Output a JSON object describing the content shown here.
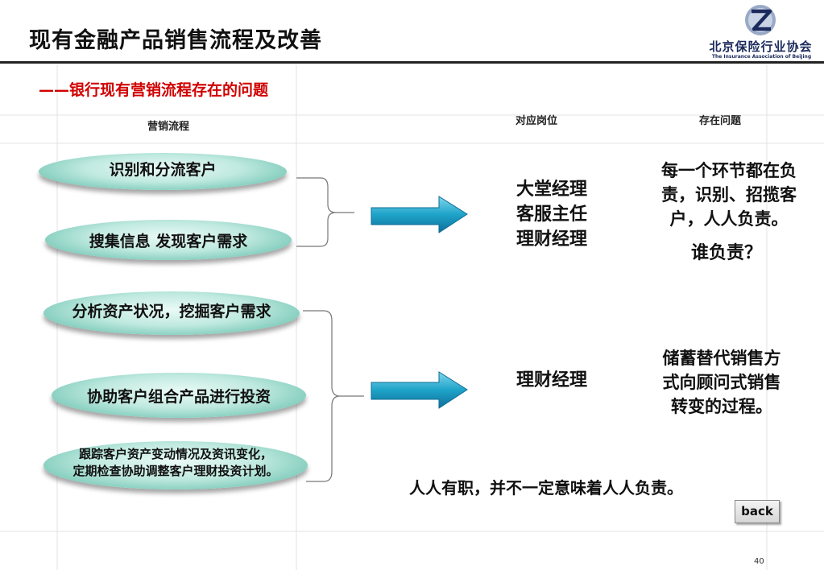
{
  "slide": {
    "title": "现有金融产品销售流程及改善",
    "subtitle": "——银行现有营销流程存在的问题",
    "page_number": "40"
  },
  "logo": {
    "name_cn": "北京保险行业协会",
    "name_en": "The Insurance Association of BeiJing"
  },
  "headers": {
    "process": "营销流程",
    "positions": "对应岗位",
    "issues": "存在问题"
  },
  "process_steps": [
    "识别和分流客户",
    "搜集信息 发现客户需求",
    "分析资产状况，挖掘客户需求",
    "协助客户组合产品进行投资",
    "跟踪客户资产变动情况及资讯变化，",
    "定期检查协助调整客户理财投资计划。"
  ],
  "groups": [
    {
      "positions": [
        "大堂经理",
        "客服主任",
        "理财经理"
      ],
      "issue_lines": [
        "每一个环节都在负",
        "责，识别、招揽客",
        "户，人人负责。"
      ],
      "question": "谁负责？"
    },
    {
      "positions": [
        "理财经理"
      ],
      "issue_lines": [
        "储蓄替代销售方",
        "式向顾问式销售",
        "转变的过程。"
      ]
    }
  ],
  "conclusion": "人人有职，并不一定意味着人人负责。",
  "back_button": "back",
  "colors": {
    "title_rule": "#222222",
    "subtitle": "#d00000",
    "arrow": "#1ea3c8",
    "pill": "#79c9b8",
    "logo": "#1b2a5c"
  }
}
